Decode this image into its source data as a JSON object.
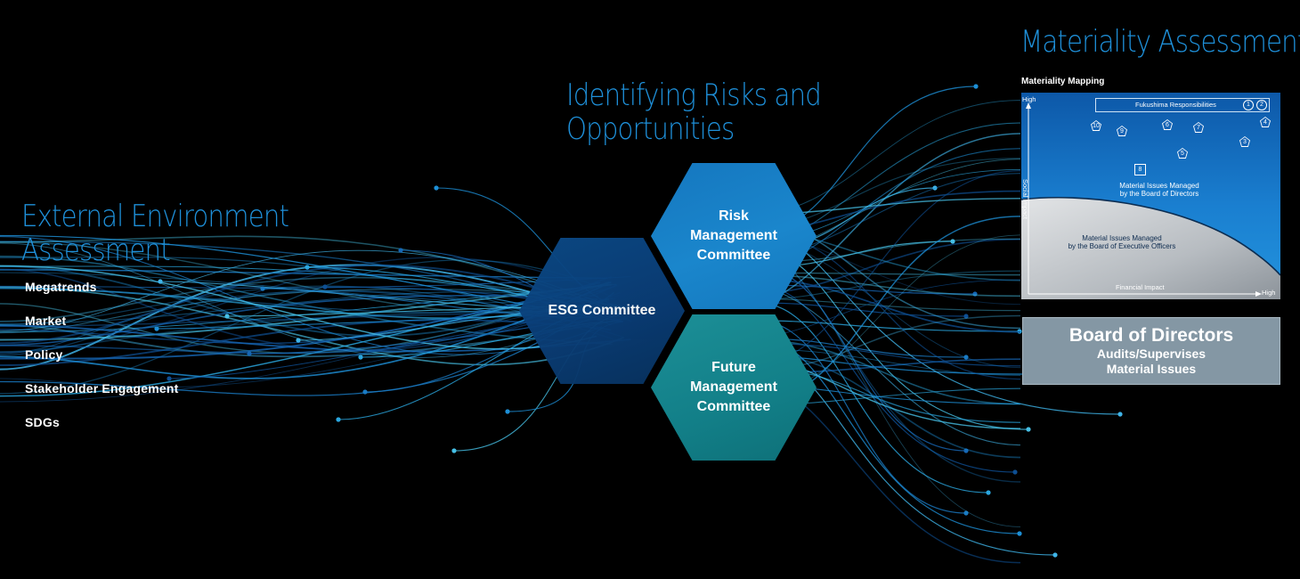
{
  "headings": {
    "external": [
      "External Environment",
      "Assessment"
    ],
    "risks": [
      "Identifying Risks and",
      "Opportunities"
    ],
    "materiality": "Materiality Assessment"
  },
  "external_items": [
    "Megatrends",
    "Market",
    "Policy",
    "Stakeholder Engagement",
    "SDGs"
  ],
  "committees": {
    "esg": "ESG Committee",
    "risk": "Risk\nManagement\nCommittee",
    "future": "Future\nManagement\nCommittee"
  },
  "materiality_map": {
    "title": "Materiality Mapping",
    "fukushima_label": "Fukushima Responsibilities",
    "y_axis_high": "High",
    "y_axis_label": "Social Impact",
    "x_axis_label": "Financial Impact",
    "x_axis_high": "High",
    "upper_region": [
      "Material Issues Managed",
      "by the Board of Directors"
    ],
    "lower_region": [
      "Material Issues Managed",
      "by the Board of Executive Officers"
    ],
    "markers": {
      "m1": "1",
      "m2": "2",
      "m3": "3",
      "m4": "4",
      "m5": "5",
      "m6": "6",
      "m7": "7",
      "m8": "8",
      "m9": "9",
      "m10": "10"
    }
  },
  "board": {
    "title": "Board of Directors",
    "line1": "Audits/Supervises",
    "line2": "Material Issues"
  },
  "colors": {
    "background": "#000000",
    "heading_blue": "#1e8fd8",
    "esg_hex": "#0a3c74",
    "risk_hex": "#1a86cc",
    "future_hex": "#127f88",
    "board_box": "#8497a4"
  }
}
